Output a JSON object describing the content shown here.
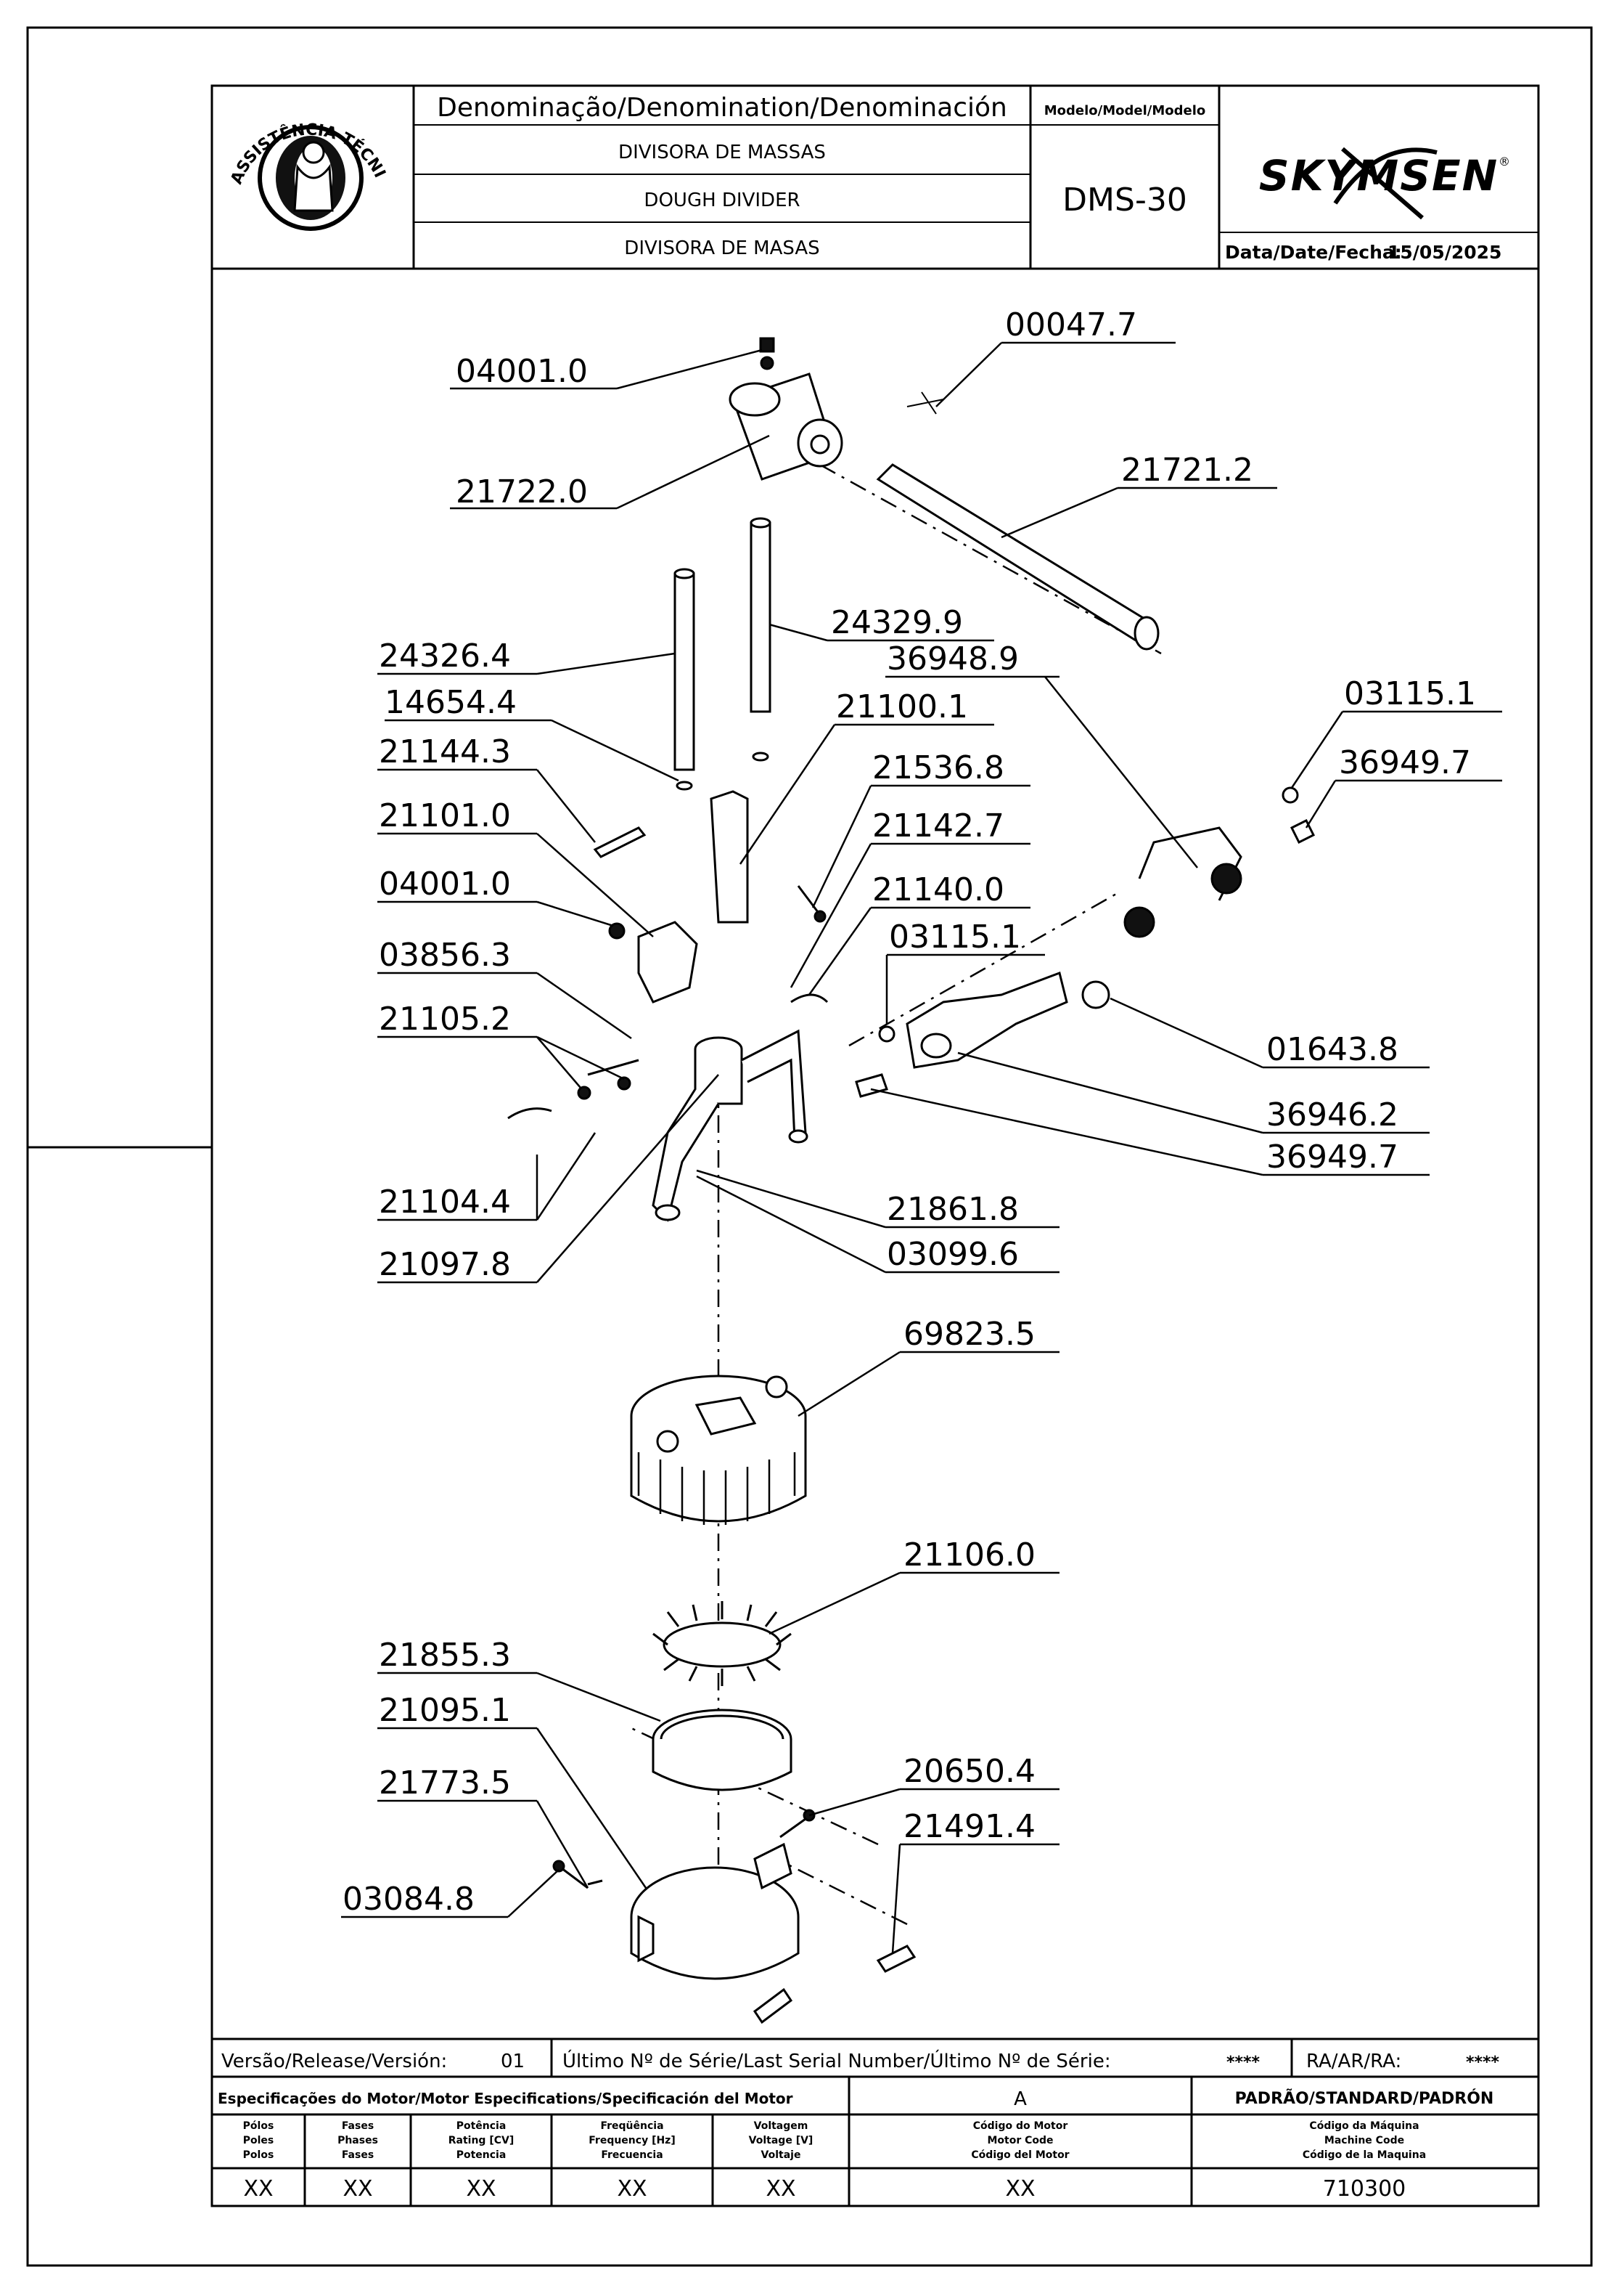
{
  "header": {
    "denomination_label": "Denominação/Denomination/Denominación",
    "name_pt": "DIVISORA DE MASSAS",
    "name_en": "DOUGH DIVIDER",
    "name_es": "DIVISORA DE MASAS",
    "model_label": "Modelo/Model/Modelo",
    "model_value": "DMS-30",
    "brand": "SKYMSEN",
    "date_label": "Data/Date/Fecha:",
    "date_value": "15/05/2025",
    "seal_text": "ASSISTÊNCIA TÉCNICA AUTORIZADA"
  },
  "parts": [
    {
      "code": "04001.0"
    },
    {
      "code": "00047.7"
    },
    {
      "code": "21722.0"
    },
    {
      "code": "21721.2"
    },
    {
      "code": "24329.9"
    },
    {
      "code": "24326.4"
    },
    {
      "code": "36948.9"
    },
    {
      "code": "14654.4"
    },
    {
      "code": "21100.1"
    },
    {
      "code": "03115.1"
    },
    {
      "code": "21144.3"
    },
    {
      "code": "21536.8"
    },
    {
      "code": "36949.7"
    },
    {
      "code": "21101.0"
    },
    {
      "code": "21142.7"
    },
    {
      "code": "04001.0"
    },
    {
      "code": "21140.0"
    },
    {
      "code": "03115.1"
    },
    {
      "code": "03856.3"
    },
    {
      "code": "21105.2"
    },
    {
      "code": "01643.8"
    },
    {
      "code": "36946.2"
    },
    {
      "code": "36949.7"
    },
    {
      "code": "21861.8"
    },
    {
      "code": "21104.4"
    },
    {
      "code": "03099.6"
    },
    {
      "code": "21097.8"
    },
    {
      "code": "69823.5"
    },
    {
      "code": "21106.0"
    },
    {
      "code": "21855.3"
    },
    {
      "code": "21095.1"
    },
    {
      "code": "20650.4"
    },
    {
      "code": "21773.5"
    },
    {
      "code": "21491.4"
    },
    {
      "code": "03084.8"
    }
  ],
  "footer": {
    "version_label": "Versão/Release/Versión:",
    "version_value": "01",
    "serial_label": "Último Nº de Série/Last Serial Number/Último Nº de Série:",
    "serial_value": "****",
    "ra_label": "RA/AR/RA:",
    "ra_value": "****",
    "motor_specs_label": "Especificações do Motor/Motor Especifications/Specificación del Motor",
    "motor_code_col_value": "A",
    "standard_label": "PADRÃO/STANDARD/PADRÓN",
    "columns": [
      {
        "l1": "Pólos",
        "l2": "Poles",
        "l3": "Polos",
        "value": "XX"
      },
      {
        "l1": "Fases",
        "l2": "Phases",
        "l3": "Fases",
        "value": "XX"
      },
      {
        "l1": "Potência",
        "l2": "Rating [CV]",
        "l3": "Potencia",
        "value": "XX"
      },
      {
        "l1": "Freqüência",
        "l2": "Frequency [Hz]",
        "l3": "Frecuencia",
        "value": "XX"
      },
      {
        "l1": "Voltagem",
        "l2": "Voltage [V]",
        "l3": "Voltaje",
        "value": "XX"
      },
      {
        "l1": "Código do Motor",
        "l2": "Motor Code",
        "l3": "Código del Motor",
        "value": "XX"
      },
      {
        "l1": "Código da Máquina",
        "l2": "Machine Code",
        "l3": "Código de la Maquina",
        "value": "710300"
      }
    ]
  }
}
